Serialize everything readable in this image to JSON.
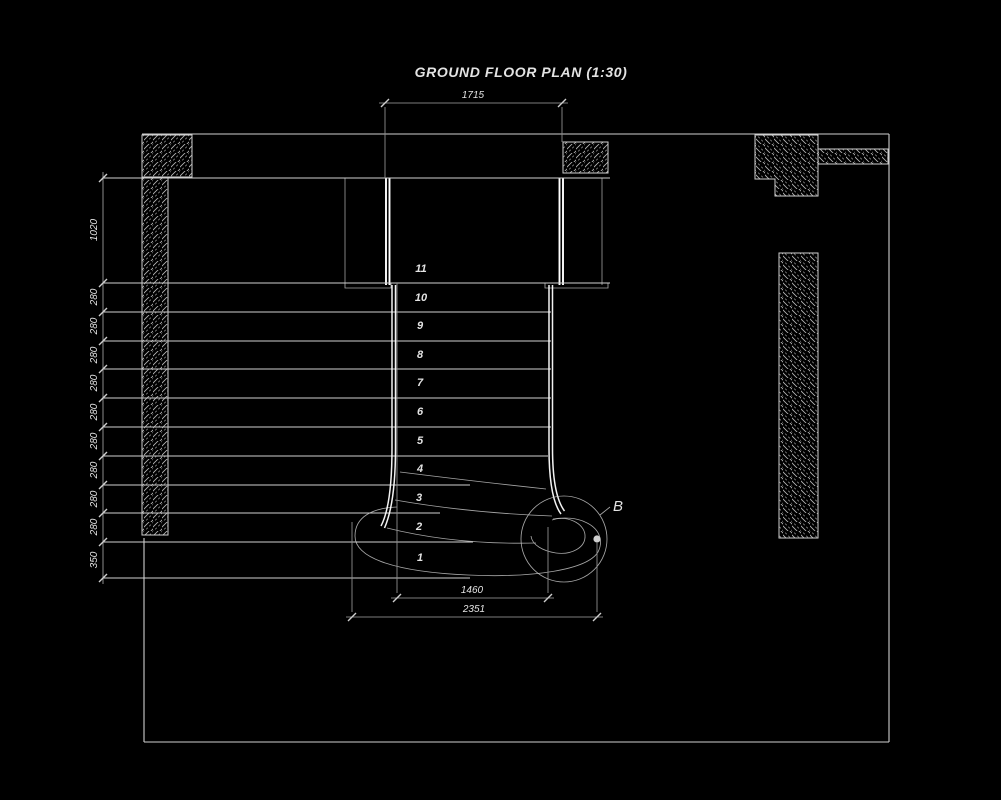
{
  "title": "GROUND FLOOR PLAN (1:30)",
  "detail_label": "B",
  "steps": [
    "1",
    "2",
    "3",
    "4",
    "5",
    "6",
    "7",
    "8",
    "9",
    "10",
    "11"
  ],
  "dimensions": {
    "door_opening": "1715",
    "left_chain": [
      "1020",
      "280",
      "280",
      "280",
      "280",
      "280",
      "280",
      "280",
      "280",
      "280",
      "350"
    ],
    "flight_width": "1460",
    "overall_width": "2351"
  },
  "colors": {
    "background": "#000000",
    "line": "#cfcfcf",
    "bright": "#ffffff",
    "faint": "#8f8f8f",
    "text": "#e3e3e3"
  }
}
